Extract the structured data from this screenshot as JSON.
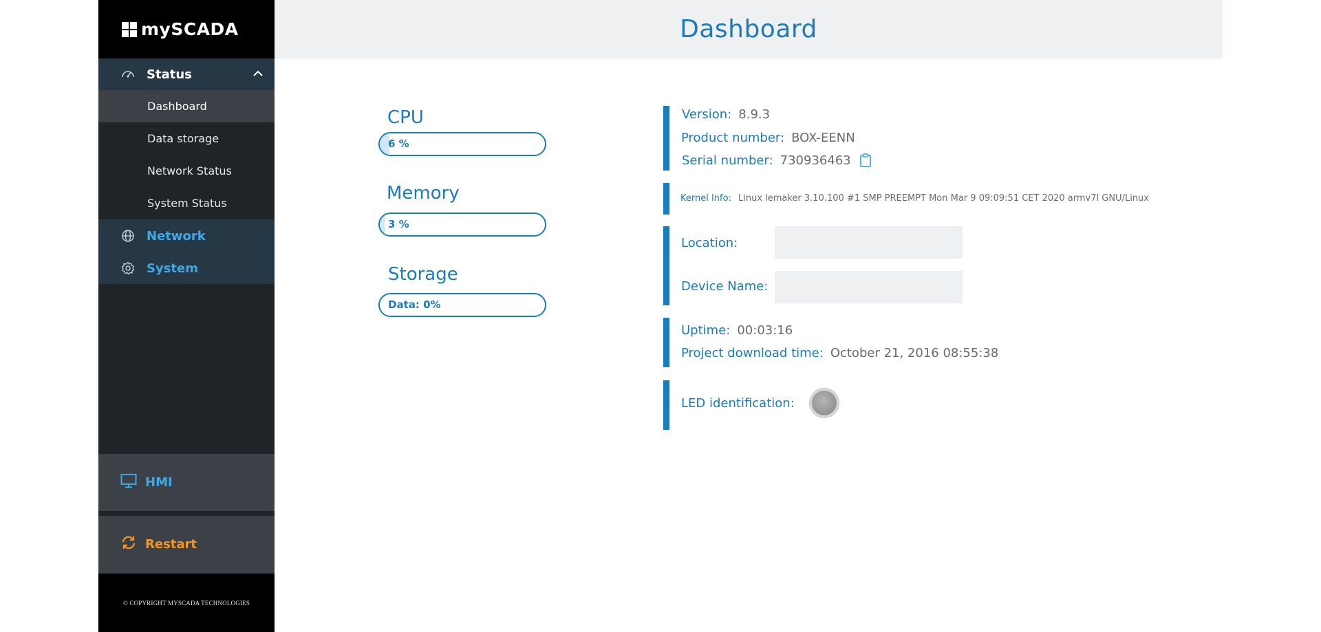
{
  "app": {
    "logo_text": "mySCADA",
    "copyright": "© COPYRIGHT MYSCADA TECHNOLOGIES"
  },
  "sidebar": {
    "status_group": {
      "label": "Status",
      "icon": "speedometer-icon",
      "expanded": true,
      "items": [
        {
          "label": "Dashboard",
          "active": true
        },
        {
          "label": "Data storage"
        },
        {
          "label": "Network Status"
        },
        {
          "label": "System Status"
        }
      ]
    },
    "network_group": {
      "label": "Network",
      "icon": "globe-icon"
    },
    "system_group": {
      "label": "System",
      "icon": "gear-icon"
    },
    "hmi": {
      "label": "HMI",
      "icon": "monitor-icon"
    },
    "restart": {
      "label": "Restart",
      "icon": "refresh-icon"
    }
  },
  "header": {
    "title": "Dashboard"
  },
  "resources": {
    "cpu": {
      "title": "CPU",
      "text": "6 %",
      "percent": 6
    },
    "memory": {
      "title": "Memory",
      "text": "3 %",
      "percent": 3
    },
    "storage": {
      "title": "Storage",
      "text": "Data: 0%",
      "percent": 0
    }
  },
  "info": {
    "version": {
      "label": "Version:",
      "value": "8.9.3"
    },
    "product_number": {
      "label": "Product number:",
      "value": "BOX-EENN"
    },
    "serial_number": {
      "label": "Serial number:",
      "value": "730936463",
      "icon": "clipboard-icon"
    },
    "kernel": {
      "label": "Kernel Info:",
      "value": "Linux lemaker 3.10.100 #1 SMP PREEMPT Mon Mar 9 09:09:51 CET 2020 armv7l GNU/Linux"
    },
    "location": {
      "label": "Location:",
      "value": ""
    },
    "device_name": {
      "label": "Device Name:",
      "value": ""
    },
    "uptime": {
      "label": "Uptime:",
      "value": "00:03:16"
    },
    "project_download": {
      "label": "Project download time:",
      "value": "October 21, 2016 08:55:38"
    },
    "led": {
      "label": "LED identification:",
      "state": "off"
    }
  },
  "colors": {
    "accent": "#1a7bbd",
    "nav_highlight": "#3fa9e6",
    "restart": "#f7941d",
    "sidebar_bg": "#1f2428"
  }
}
